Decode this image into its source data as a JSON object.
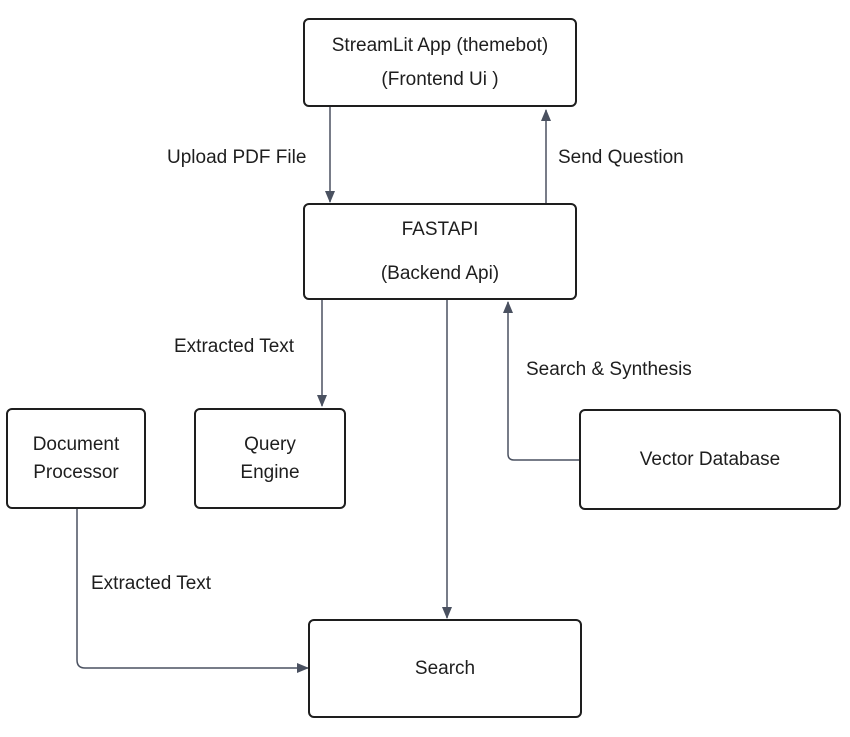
{
  "colors": {
    "edge": "#4a5160",
    "border": "#1e1e1e",
    "text": "#1e1e1e"
  },
  "nodes": {
    "streamlit_app": {
      "line1": "StreamLit App (themebot)",
      "line2": "(Frontend Ui )"
    },
    "fastapi": {
      "line1": "FASTAPI",
      "line2": "(Backend Api)"
    },
    "document_processor": {
      "line1": "Document",
      "line2": "Processor"
    },
    "query_engine": {
      "line1": "Query",
      "line2": "Engine"
    },
    "vector_database": {
      "line1": "Vector Database"
    },
    "search": {
      "line1": "Search"
    }
  },
  "edges": {
    "upload_pdf": "Upload PDF File",
    "send_question": "Send Question",
    "extracted_text_query": "Extracted Text",
    "search_synthesis": "Search & Synthesis",
    "extracted_text_search": "Extracted Text"
  }
}
